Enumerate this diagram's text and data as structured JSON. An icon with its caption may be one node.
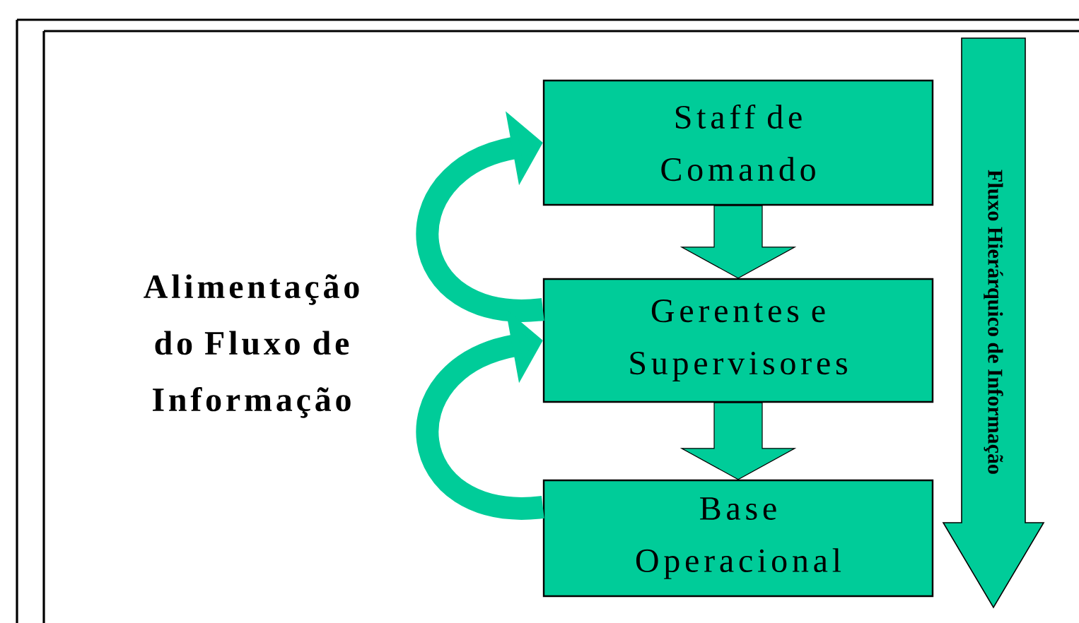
{
  "diagram": {
    "nodes": [
      {
        "text": [
          "Staff de Comando"
        ]
      },
      {
        "text": [
          "Gerentes e Supervisores"
        ]
      },
      {
        "text": [
          "Base Operacional"
        ]
      }
    ],
    "edges": [
      {
        "from": 0,
        "to": 1,
        "arrow": "to",
        "style": "thick"
      },
      {
        "from": 1,
        "to": 2,
        "arrow": "to",
        "style": "thick"
      },
      {
        "from": 1,
        "to": 0,
        "arrow": "to"
      },
      {
        "from": 2,
        "to": 1,
        "arrow": "to"
      }
    ],
    "labels": [
      "Alimentação do Fluxo de Informação",
      "Fluxo Hierárquico de Informação"
    ]
  }
}
